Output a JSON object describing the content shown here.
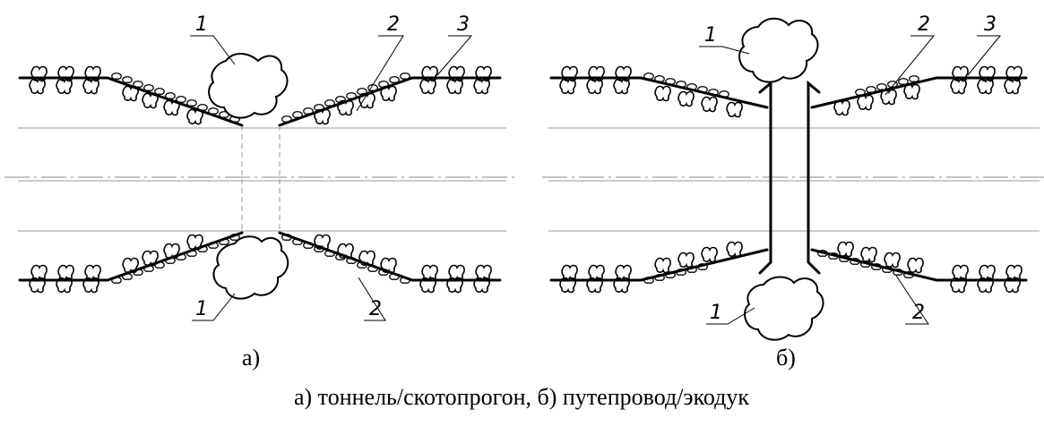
{
  "left_panel": {
    "sublabel": "а)",
    "callouts": {
      "top_1": "1",
      "top_2": "2",
      "top_3": "3",
      "bottom_1": "1",
      "bottom_2": "2"
    }
  },
  "right_panel": {
    "sublabel": "б)",
    "callouts": {
      "top_1": "1",
      "top_2": "2",
      "top_3": "3",
      "bottom_1": "1",
      "bottom_2": "2"
    }
  },
  "caption": "а) тоннель/скотопрогон, б) путепровод/экодук"
}
